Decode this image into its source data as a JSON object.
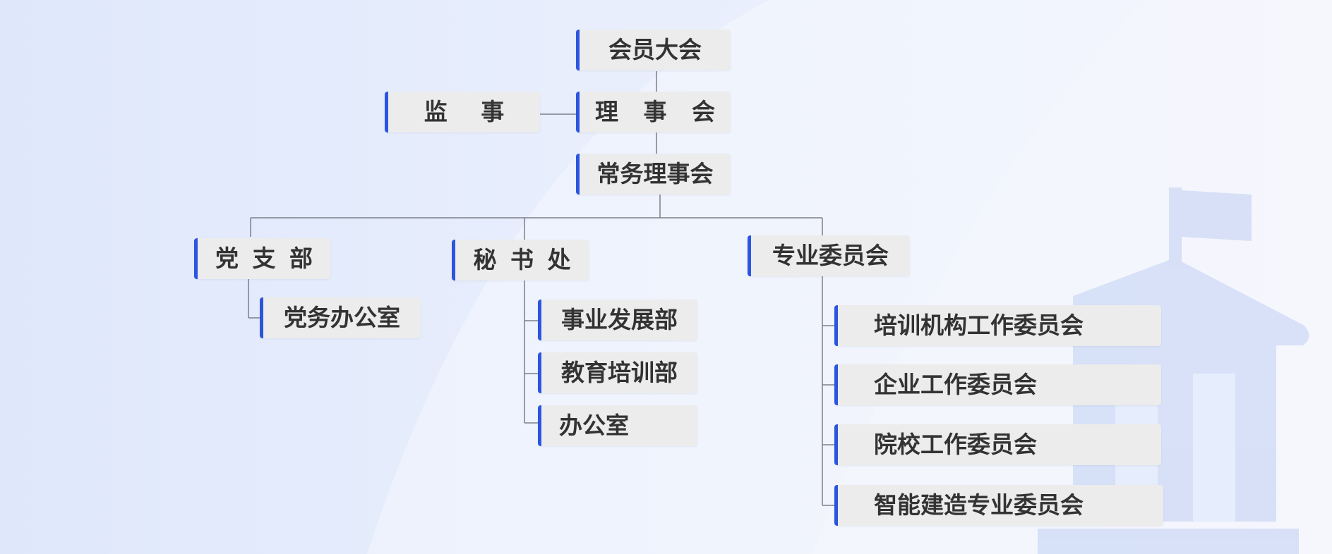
{
  "org_chart": {
    "general_assembly": "会员大会",
    "supervisor": "监 事",
    "council": "理 事 会",
    "standing_council": "常务理事会",
    "party_branch": {
      "label": "党 支 部",
      "children": [
        "党务办公室"
      ]
    },
    "secretariat": {
      "label": "秘 书 处",
      "children": [
        "事业发展部",
        "教育培训部",
        "办公室"
      ]
    },
    "committees": {
      "label": "专业委员会",
      "children": [
        "培训机构工作委员会",
        "企业工作委员会",
        "院校工作委员会",
        "智能建造专业委员会"
      ]
    }
  },
  "colors": {
    "accent": "#2b55e0",
    "node_fill": "#ececec",
    "text": "#333333",
    "connector": "#7a7f8c"
  },
  "background_icon": "school-building-flag-icon"
}
